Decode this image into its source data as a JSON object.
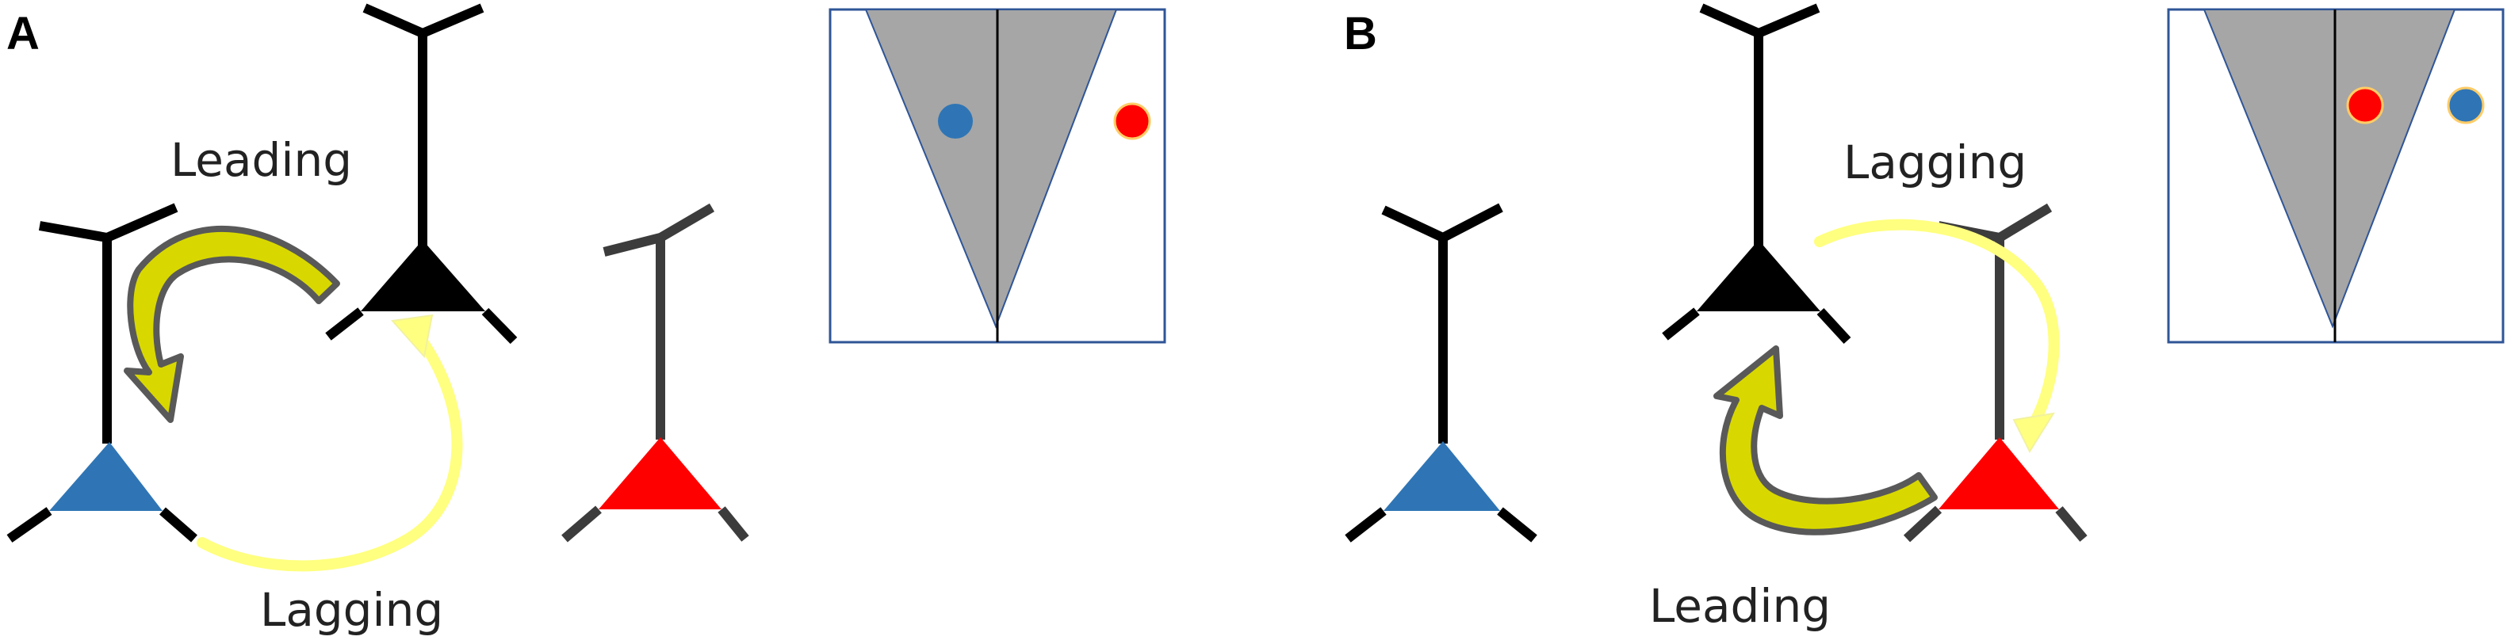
{
  "colors": {
    "black_neuron": "#000000",
    "dark_neuron": "#3c3c3c",
    "blue_neuron": "#2f75b5",
    "red_neuron": "#ff0000",
    "leading_arrow_fill": "#d8d800",
    "leading_arrow_stroke": "#595959",
    "lagging_arrow_fill": "#ffff80",
    "wedge_fill": "#a6a6a6",
    "box_stroke": "#2f5597"
  },
  "panels": [
    {
      "letter": "A",
      "labels": {
        "leading": "Leading",
        "lagging": "Lagging"
      },
      "inset_dots": [
        "blue",
        "red"
      ]
    },
    {
      "letter": "B",
      "labels": {
        "leading": "Leading",
        "lagging": "Lagging"
      },
      "inset_dots": [
        "red",
        "blue"
      ]
    }
  ]
}
